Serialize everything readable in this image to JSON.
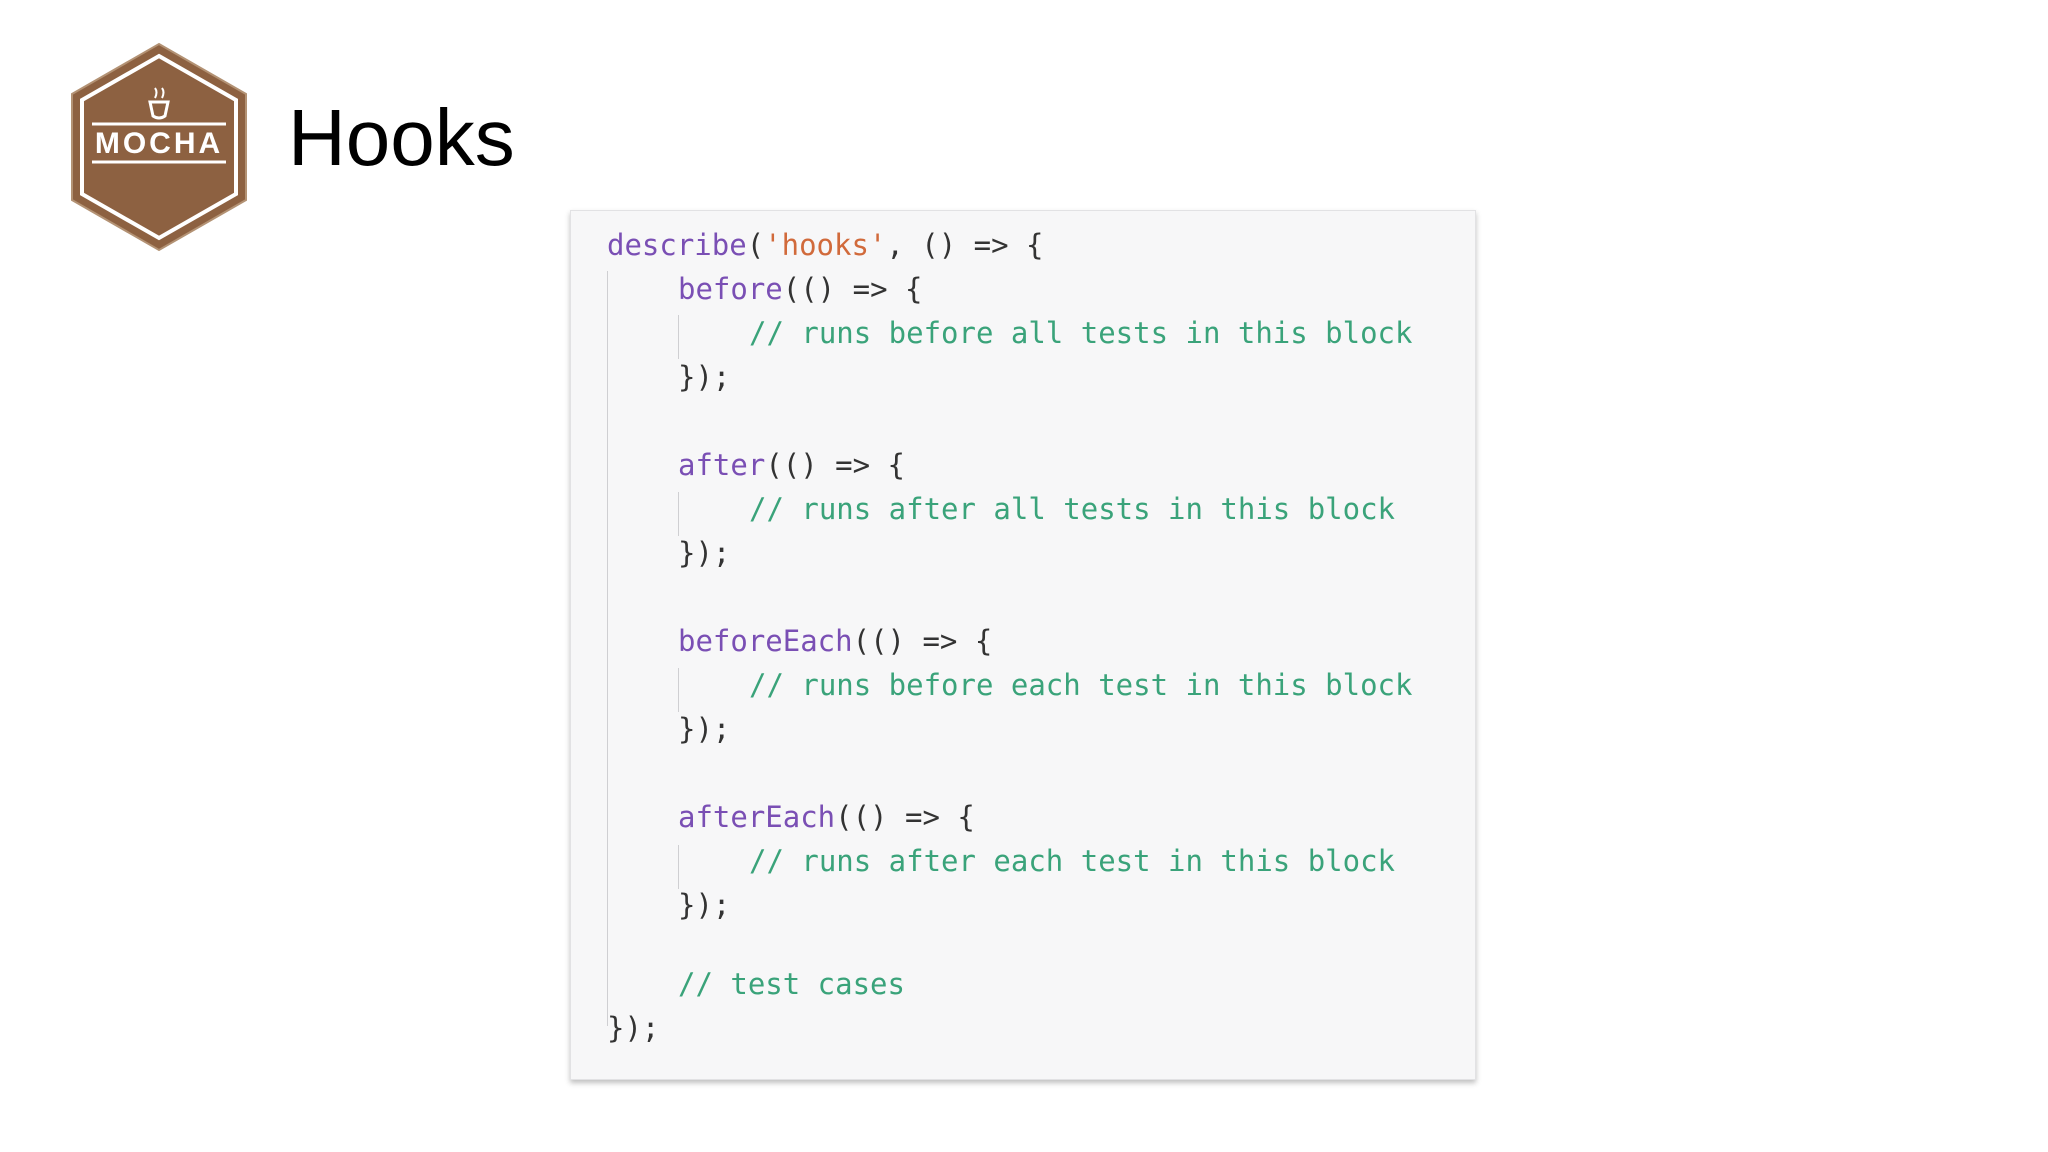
{
  "slide": {
    "title": "Hooks",
    "logo": {
      "text": "MOCHA",
      "color": "#8d6141",
      "icon": "coffee-cup-icon"
    }
  },
  "code": {
    "language": "javascript",
    "colors": {
      "keyword_function": "#7a4fb4",
      "string": "#d16a3b",
      "comment": "#3aa37a",
      "punctuation": "#333333",
      "background": "#f7f7f8"
    },
    "describe_name": "describe",
    "describe_open_paren": "(",
    "describe_string": "'hooks'",
    "describe_rest": ", () => {",
    "before_name": "before",
    "before_rest": "(() => {",
    "before_comment": "// runs before all tests in this block",
    "before_close": "});",
    "after_name": "after",
    "after_rest": "(() => {",
    "after_comment": "// runs after all tests in this block",
    "after_close": "});",
    "beforeEach_name": "beforeEach",
    "beforeEach_rest": "(() => {",
    "beforeEach_comment": "// runs before each test in this block",
    "beforeEach_close": "});",
    "afterEach_name": "afterEach",
    "afterEach_rest": "(() => {",
    "afterEach_comment": "// runs after each test in this block",
    "afterEach_close": "});",
    "test_cases_comment": "// test cases",
    "describe_close": "});"
  }
}
